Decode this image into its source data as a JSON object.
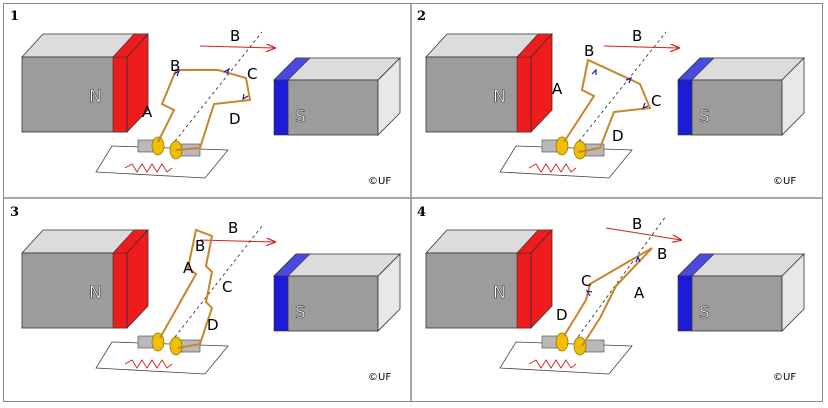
{
  "panels": [
    {
      "number": "1",
      "magnet_left": "N",
      "magnet_right": "S",
      "field_label": "B",
      "loop_labels": {
        "A": "A",
        "B": "B",
        "C": "C",
        "D": "D"
      },
      "copyright": "©UF",
      "colors": {
        "north": "#ee1c1c",
        "south": "#1c1cd8",
        "coil": "#c8862a"
      }
    },
    {
      "number": "2",
      "magnet_left": "N",
      "magnet_right": "S",
      "field_label": "B",
      "loop_labels": {
        "A": "A",
        "B": "B",
        "C": "C",
        "D": "D"
      },
      "copyright": "©UF",
      "colors": {
        "north": "#ee1c1c",
        "south": "#1c1cd8",
        "coil": "#c8862a"
      }
    },
    {
      "number": "3",
      "magnet_left": "N",
      "magnet_right": "S",
      "field_label": "B",
      "loop_labels": {
        "A": "A",
        "B": "B",
        "C": "C",
        "D": "D"
      },
      "copyright": "©UF",
      "colors": {
        "north": "#ee1c1c",
        "south": "#1c1cd8",
        "coil": "#c8862a"
      }
    },
    {
      "number": "4",
      "magnet_left": "N",
      "magnet_right": "S",
      "field_label": "B",
      "loop_labels": {
        "A": "A",
        "B": "B",
        "C": "C",
        "D": "D"
      },
      "copyright": "©UF",
      "colors": {
        "north": "#ee1c1c",
        "south": "#1c1cd8",
        "coil": "#c8862a"
      }
    }
  ]
}
